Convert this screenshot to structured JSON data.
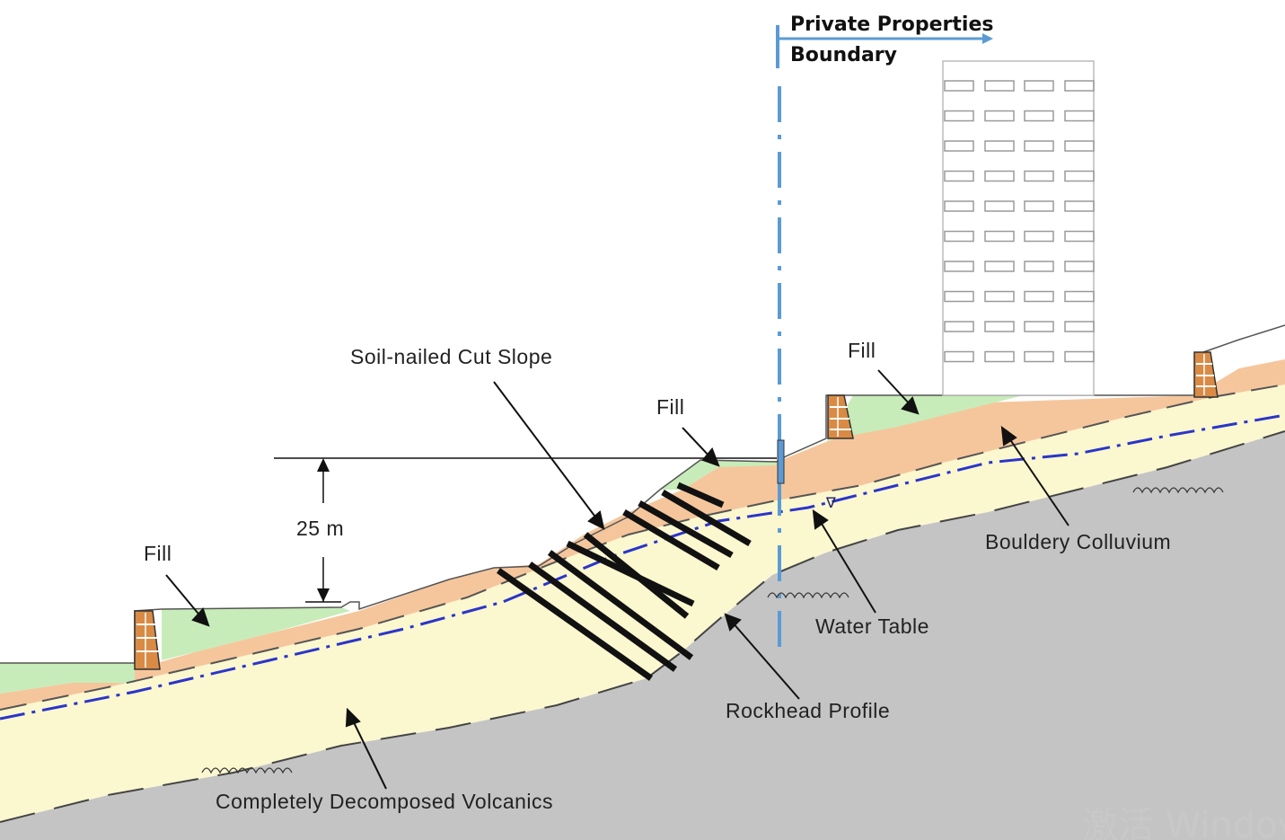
{
  "boundary": {
    "line1": "Private Properties",
    "line2": "Boundary"
  },
  "labels": {
    "soil_nailed": "Soil-nailed Cut Slope",
    "fill_top": "Fill",
    "fill_mid": "Fill",
    "fill_left": "Fill",
    "height": "25 m",
    "bouldery": "Bouldery  Colluvium",
    "water_table": "Water Table",
    "rockhead": "Rockhead  Profile",
    "cdv": "Completely Decomposed Volcanics"
  },
  "watermark": "激活 Windov",
  "colors": {
    "rock": "#c4c4c4",
    "cdv": "#fbf7cf",
    "colluvium": "#f5c69c",
    "fill": "#c7ecb9",
    "water_table": "#2a35c9",
    "boundary": "#5b9bd5",
    "wall_brick": "#d98b45"
  }
}
